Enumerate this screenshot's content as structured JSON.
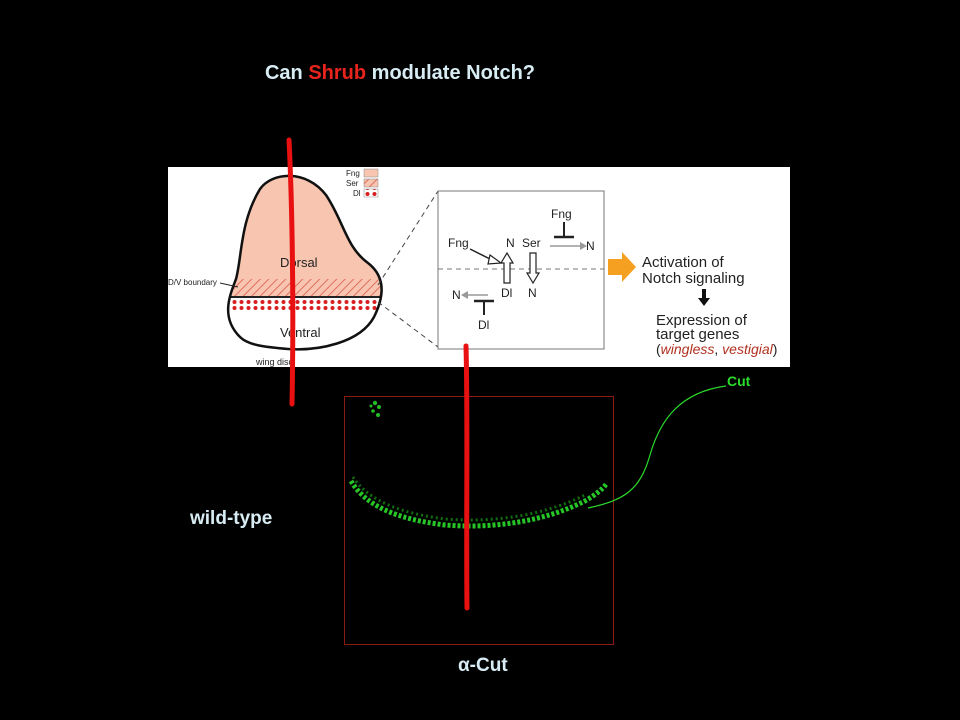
{
  "slide": {
    "title_prefix": "Can ",
    "title_highlight": "Shrub",
    "title_suffix": " modulate Notch?",
    "wildtype_label": "wild-type",
    "acut_label": "α-Cut",
    "cut_label": "Cut"
  },
  "figure": {
    "legend": [
      "Fng",
      "Ser",
      "Dl"
    ],
    "dorsal": "Dorsal",
    "ventral": "Ventral",
    "dv_boundary": "D/V boundary",
    "wing_disc": "wing disc",
    "inset": {
      "fng_top": "Fng",
      "n_top_right": "N",
      "fng_left": "Fng",
      "n_left": "N",
      "ser": "Ser",
      "dl_mid": "Dl",
      "n_mid": "N",
      "n_bottom_left": "N",
      "dl_bottom": "Dl"
    },
    "activation_line1": "Activation of",
    "activation_line2": "Notch signaling",
    "expression_line1": "Expression of",
    "expression_line2": "target genes",
    "genes_open": "(",
    "gene1": "wingless",
    "genes_sep": ", ",
    "gene2": "vestigial",
    "genes_close": ")"
  },
  "colors": {
    "background": "#000000",
    "title_text": "#d8ecf4",
    "highlight": "#e8241c",
    "dorsal_fill": "#f7c5b0",
    "hatch": "#e07060",
    "dl_dots": "#d92020",
    "arrow_orange": "#f5a020",
    "gene_red": "#b03020",
    "annotation_red": "#e81010",
    "cut_green": "#2bdc2b",
    "frame_red": "#8a1a12"
  }
}
